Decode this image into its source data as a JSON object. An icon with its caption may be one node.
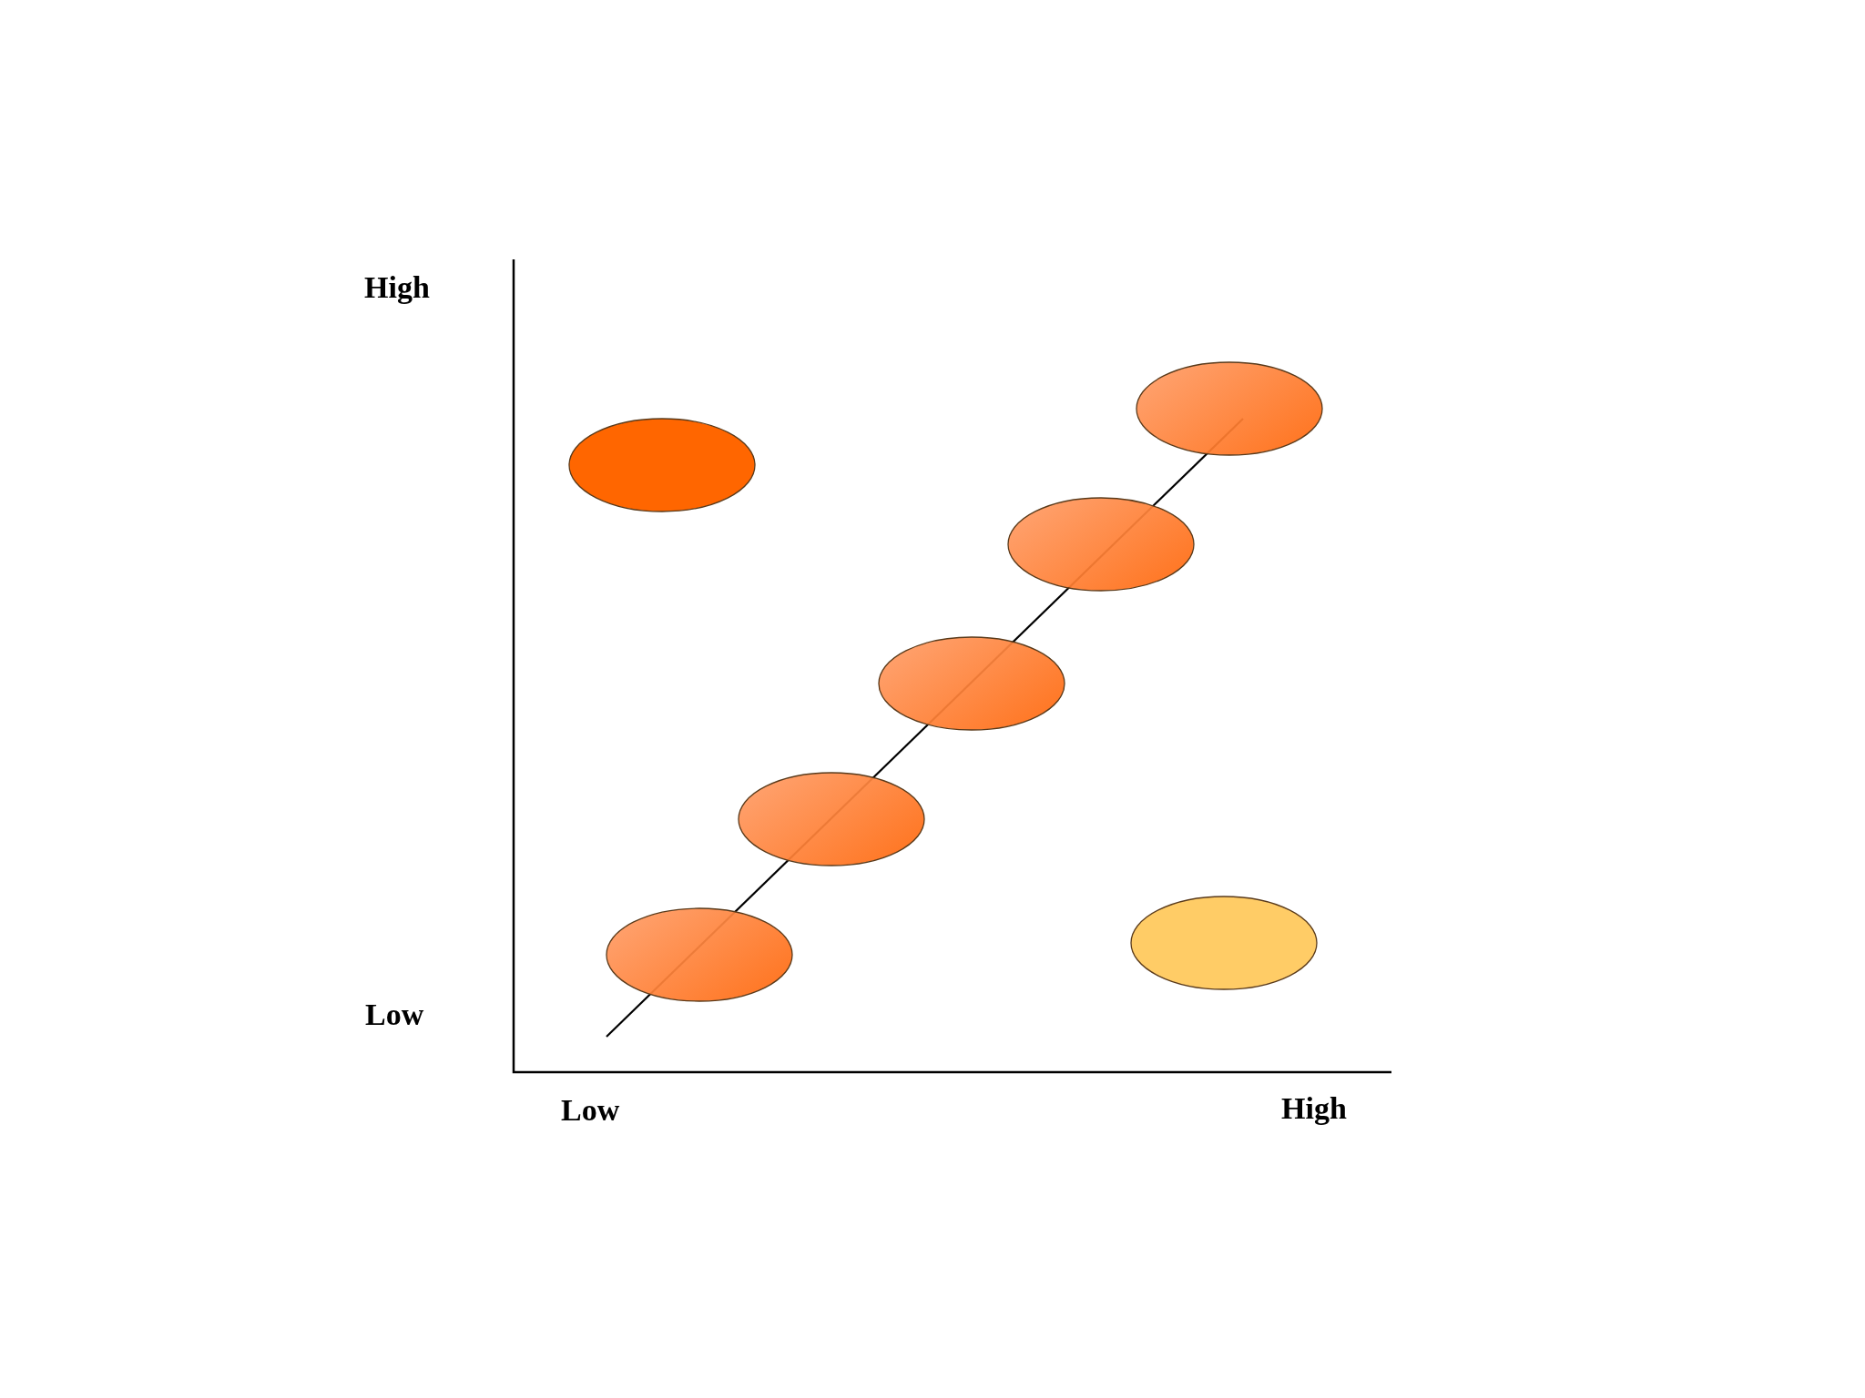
{
  "diagram": {
    "nodes": [
      {
        "text": [],
        "shape": "ellipse"
      },
      {
        "text": [],
        "shape": "ellipse"
      },
      {
        "text": [],
        "shape": "ellipse"
      },
      {
        "text": [],
        "shape": "ellipse"
      },
      {
        "text": [],
        "shape": "ellipse"
      },
      {
        "text": [],
        "shape": "ellipse"
      },
      {
        "text": [],
        "shape": "ellipse"
      }
    ],
    "labels": [
      "High",
      "Low",
      "Low",
      "High"
    ]
  }
}
